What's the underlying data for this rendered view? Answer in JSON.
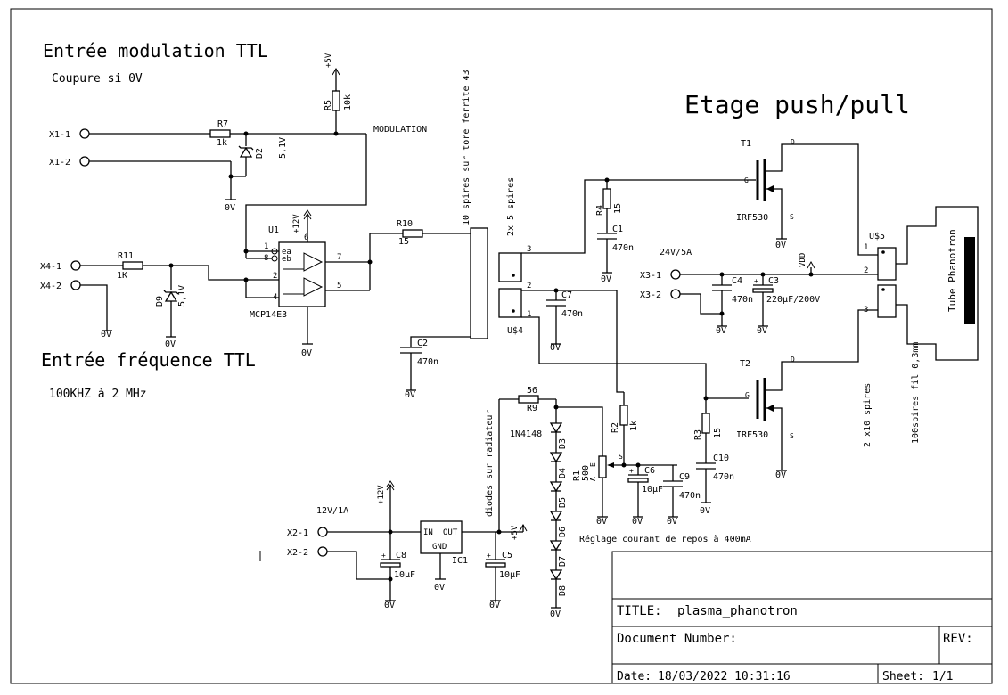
{
  "title_block": {
    "title_label": "TITLE:",
    "title": "plasma_phanotron",
    "document_number_label": "Document Number:",
    "rev_label": "REV:",
    "date_label": "Date:",
    "date": "18/03/2022 10:31:16",
    "sheet_label": "Sheet:",
    "sheet": "1/1"
  },
  "headings": {
    "modulation_input": "Entrée modulation TTL",
    "modulation_note": "Coupure si 0V",
    "frequency_input": "Entrée fréquence TTL",
    "frequency_range": "100KHZ à 2 MHz",
    "push_pull_stage": "Etage push/pull"
  },
  "notes": {
    "modulation_net": "MODULATION",
    "toroid": "10 spires sur tore ferrite 43",
    "primary_turns": "2x 5 spires",
    "diodes_heatsink": "diodes sur radiateur",
    "bias_adjust": "Réglage courant de repos à 400mA",
    "secondary_turns": "2 x10 spires",
    "tube_winding": "100spires fil 0,3mm",
    "tube": "Tube Phanotron",
    "supply_12v": "12V/1A",
    "supply_24v": "24V/5A"
  },
  "connectors": {
    "x1_1": "X1-1",
    "x1_2": "X1-2",
    "x4_1": "X4-1",
    "x4_2": "X4-2",
    "x2_1": "X2-1",
    "x2_2": "X2-2",
    "x3_1": "X3-1",
    "x3_2": "X3-2"
  },
  "components": {
    "r5": "R5",
    "r5_val": "10k",
    "r7": "R7",
    "r7_val": "1k",
    "d2": "D2",
    "d2_val": "5,1V",
    "u1": "U1",
    "u1_part": "MCP14E3",
    "r10": "R10",
    "r10_val": "15",
    "r11": "R11",
    "r11_val": "1K",
    "d9": "D9",
    "d9_val": "5,1V",
    "c2": "C2",
    "c2_val": "470n",
    "u4": "U$4",
    "c7": "C7",
    "c7_val": "470n",
    "r4": "R4",
    "r4_val": "15",
    "c1": "C1",
    "c1_val": "470n",
    "t1": "T1",
    "t1_part": "IRF530",
    "t2": "T2",
    "t2_part": "IRF530",
    "c4": "C4",
    "c4_val": "470n",
    "c3": "C3",
    "c3_val": "220µF/200V",
    "u5": "U$5",
    "r9": "R9",
    "r9_val": "56",
    "d1n4148": "1N4148",
    "d3": "D3",
    "d4": "D4",
    "d5": "D5",
    "d6": "D6",
    "d7": "D7",
    "d8": "D8",
    "r2": "R2",
    "r2_val": "1k",
    "r1": "R1",
    "r1_val": "500",
    "c6": "C6",
    "c6_val": "10µF",
    "c9": "C9",
    "c9_val": "470n",
    "r3": "R3",
    "r3_val": "15",
    "c10": "C10",
    "c10_val": "470n",
    "ic1": "IC1",
    "ic1_in": "IN",
    "ic1_out": "OUT",
    "ic1_gnd": "GND",
    "c8": "C8",
    "c8_val": "10µF",
    "c5": "C5",
    "c5_val": "10µF"
  },
  "power": {
    "p5v": "+5V",
    "p12v": "+12V",
    "vdd": "VDD",
    "gnd": "0V"
  },
  "pins": {
    "p1": "1",
    "p2": "2",
    "p3": "3",
    "p4": "4",
    "p5": "5",
    "p6": "6",
    "p7": "7",
    "p8": "8",
    "ea": "ea",
    "eb": "eb",
    "d": "D",
    "g": "G",
    "s": "S",
    "a": "A",
    "e": "E",
    "sw": "S"
  }
}
